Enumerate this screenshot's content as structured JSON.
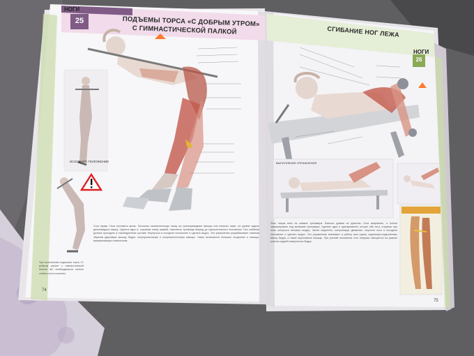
{
  "book": {
    "left_page": {
      "section_label": "НОГИ",
      "exercise_number": "25",
      "exercise_title_line1": "ПОДЪЕМЫ ТОРСА «С ДОБРЫМ УТРОМ»",
      "exercise_title_line2": "С ГИМНАСТИЧЕСКОЙ ПАЛКОЙ",
      "start_position_caption": "ИСХОДНОЕ ПОЛОЖЕНИЕ",
      "page_number": "74",
      "body_text": "Стоя прямо. Ноги поставить врозь. Положить гимнастическую палку на трапециевидные мышцы или немного ниже, на уровне задних дельтовидных мышц. Сделать вдох и, сохраняя спину прямой, наклонить туловище вперед до горизонтального положения. Ось сгибания должна проходить в тазобедренном суставе. Вернуться в исходное положение и сделать выдох. Это упражнение разрабатывает главным образом двуглавую мышцу бедра, полусухожильную и полуперепончатую мышцы. Также включаются большие ягодичные и мышцы, выпрямляющие позвоночник.",
      "caution_text": "При выполнении подъемов торса «С добрым утром» с гимнастической палкой нет необходимости сильно сгибать ноги в коленях."
    },
    "right_page": {
      "section_label": "НОГИ",
      "exercise_number": "26",
      "exercise_title": "СГИБАНИЕ НОГ ЛЕЖА",
      "variation_caption": "ВЫПОЛНЕНИЕ УПРАЖНЕНИЯ",
      "page_number": "75",
      "body_text": "Лечь лицом вниз на скамью тренажера. Взяться руками за рукоятки. Ноги выпрямить, а голени зафиксировать под валиками тренажера. Сделать вдох и одновременно согнуть обе ноги, стараясь при этом коснуться пятками ягодиц. Затем медленно, контролируя движение, опустить ноги в исходное положение и сделать выдох. Это упражнение вовлекает в работу всю группу седалищно-подколенных мышц бедра, а также икроножные мышцы. При разном положении стоп нагрузка смещается на разные участки задней поверхности бедра."
    }
  }
}
